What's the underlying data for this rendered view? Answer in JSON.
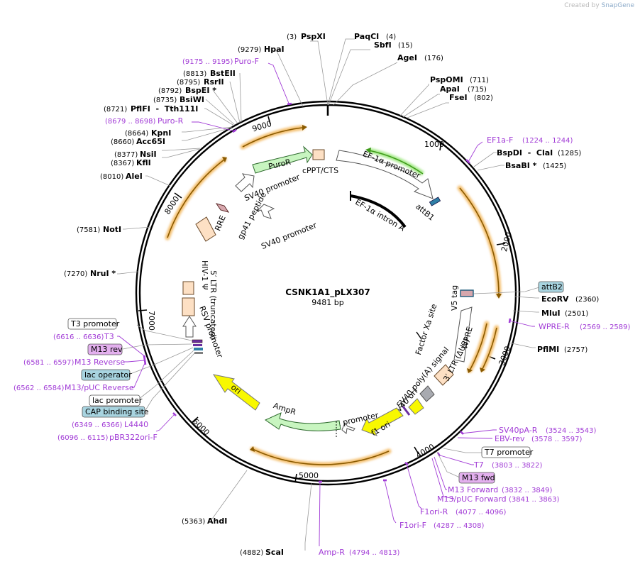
{
  "credit": {
    "prefix": "Created by",
    "brand": "SnapGene"
  },
  "title": "CSNK1A1_pLX307",
  "subtitle": "9481 bp",
  "ticks": [
    "1000",
    "2000",
    "3000",
    "4000",
    "5000",
    "6000",
    "7000",
    "8000",
    "9000"
  ],
  "features": {
    "ef1a_promoter": "EF-1α promoter",
    "ef1a_intron": "EF-1α intron A",
    "attb1": "attB1",
    "cppt": "cPPT/CTS",
    "puror": "PuroR",
    "sv40_promoter_1": "SV40 promoter",
    "sv40_promoter_2": "SV40 promoter",
    "gp41": "gp41 peptide",
    "rre": "RRE",
    "hiv_ltr": "5′ LTR (truncated)",
    "hiv_1": "HIV-1 Ψ",
    "rsv": "RSV promoter",
    "v5": "V5 tag",
    "factor_xa": "Factor Xa site",
    "wpre": "WPRE",
    "ltr3": "3′ LTR (ΔU3)",
    "sv40_polya": "SV40 poly(A) signal",
    "sv40_ori": "SV40 ori",
    "f1_ori": "f1 ori",
    "ampr_promoter": "AmpR promoter",
    "ampr": "AmpR",
    "ori": "ori"
  },
  "sites": [
    {
      "pos": "(3)",
      "name": "PspXI"
    },
    {
      "pos": "(4)",
      "name": "PaqCI"
    },
    {
      "pos": "(15)",
      "name": "SbfI"
    },
    {
      "pos": "(176)",
      "name": "AgeI"
    },
    {
      "pos": "(711)",
      "name": "PspOMI"
    },
    {
      "pos": "(715)",
      "name": "ApaI"
    },
    {
      "pos": "(802)",
      "name": "FseI"
    },
    {
      "pos": "(1285)",
      "name": "BspDI  -  ClaI"
    },
    {
      "pos": "(1425)",
      "name": "BsaBI *"
    },
    {
      "pos": "(2360)",
      "name": "EcoRV"
    },
    {
      "pos": "(2501)",
      "name": "MluI"
    },
    {
      "pos": "(2757)",
      "name": "PflMI"
    },
    {
      "pos": "(4882)",
      "name": "ScaI"
    },
    {
      "pos": "(5363)",
      "name": "AhdI"
    },
    {
      "pos": "(7270)",
      "name": "NruI *"
    },
    {
      "pos": "(7581)",
      "name": "NotI"
    },
    {
      "pos": "(8010)",
      "name": "AleI"
    },
    {
      "pos": "(8367)",
      "name": "KflI"
    },
    {
      "pos": "(8377)",
      "name": "NsiI"
    },
    {
      "pos": "(8660)",
      "name": "Acc65I"
    },
    {
      "pos": "(8664)",
      "name": "KpnI"
    },
    {
      "pos": "(8721)",
      "name": "PflFI  -  Tth111I"
    },
    {
      "pos": "(8735)",
      "name": "BsiWI"
    },
    {
      "pos": "(8792)",
      "name": "BspEI *"
    },
    {
      "pos": "(8795)",
      "name": "RsrII"
    },
    {
      "pos": "(8813)",
      "name": "BstEII"
    },
    {
      "pos": "(9279)",
      "name": "HpaI"
    }
  ],
  "primers": [
    {
      "name": "Puro-F",
      "range": "(9175 .. 9195)"
    },
    {
      "name": "Puro-R",
      "range": "(8679 .. 8698)"
    },
    {
      "name": "EF1a-F",
      "range": "(1224 .. 1244)"
    },
    {
      "name": "WPRE-R",
      "range": "(2569 .. 2589)"
    },
    {
      "name": "SV40pA-R",
      "range": "(3524 .. 3543)"
    },
    {
      "name": "EBV-rev",
      "range": "(3578 .. 3597)"
    },
    {
      "name": "T7",
      "range": "(3803 .. 3822)"
    },
    {
      "name": "M13 Forward",
      "range": "(3832 .. 3849)"
    },
    {
      "name": "M13/pUC Forward",
      "range": "(3841 .. 3863)"
    },
    {
      "name": "F1ori-R",
      "range": "(4077 .. 4096)"
    },
    {
      "name": "F1ori-F",
      "range": "(4287 .. 4308)"
    },
    {
      "name": "Amp-R",
      "range": "(4794 .. 4813)"
    },
    {
      "name": "T3",
      "range": "(6616 .. 6636)"
    },
    {
      "name": "M13 Reverse",
      "range": "(6581 .. 6597)"
    },
    {
      "name": "M13/pUC Reverse",
      "range": "(6562 .. 6584)"
    },
    {
      "name": "L4440",
      "range": "(6349 .. 6366)"
    },
    {
      "name": "pBR322ori-F",
      "range": "(6096 .. 6115)"
    }
  ],
  "boxes": {
    "attb2": "attB2",
    "t7_promoter": "T7 promoter",
    "m13_fwd": "M13 fwd",
    "t3_promoter": "T3 promoter",
    "m13_rev": "M13 rev",
    "lac_operator": "lac operator",
    "lac_promoter": "lac promoter",
    "cap_binding": "CAP binding site"
  },
  "colors": {
    "backbone": "#000000",
    "primer": "#a13bd6",
    "orange_feature": "#f0a020",
    "promoter_green": "#c8f5c0",
    "ori_yellow": "#f8f800",
    "ltr_peach": "#fde0c4",
    "box_teal": "#a8d4e0",
    "box_violet": "#e3b0ee",
    "green_arrow": "#64c832"
  }
}
